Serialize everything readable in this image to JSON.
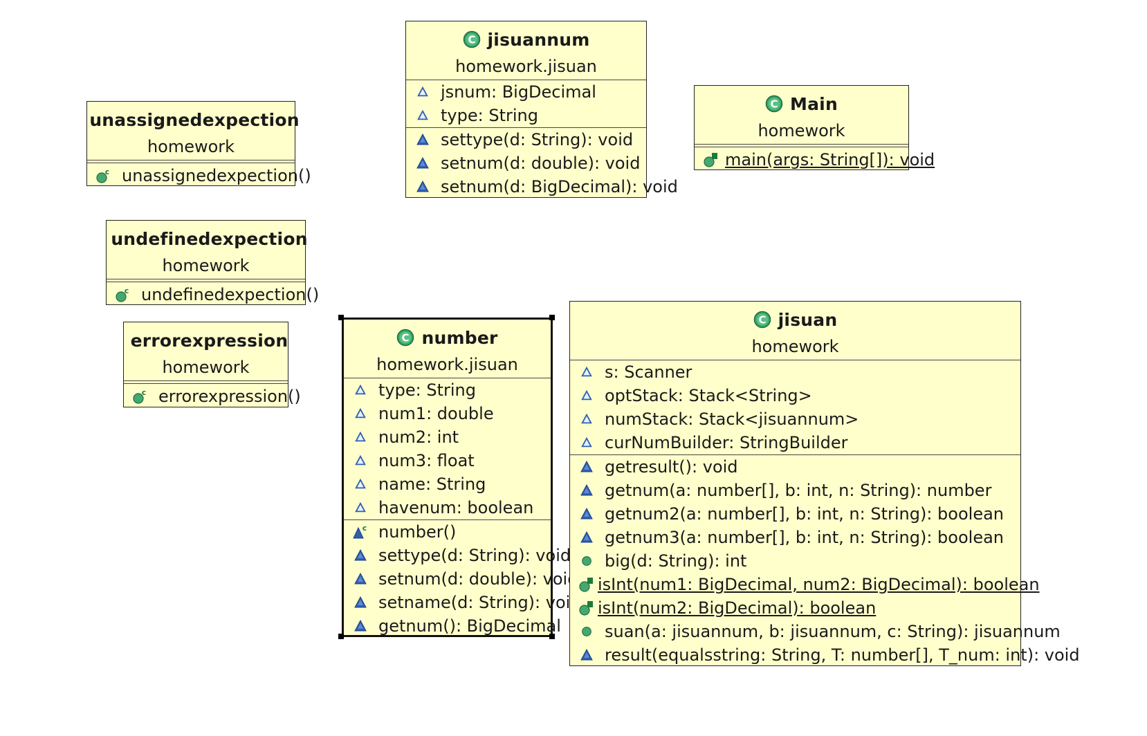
{
  "classes": {
    "unassignedexpection": {
      "name": "unassignedexpection",
      "package": "homework",
      "methods": [
        "unassignedexpection()"
      ]
    },
    "undefinedexpection": {
      "name": "undefinedexpection",
      "package": "homework",
      "methods": [
        "undefinedexpection()"
      ]
    },
    "errorexpression": {
      "name": "errorexpression",
      "package": "homework",
      "methods": [
        "errorexpression()"
      ]
    },
    "jisuannum": {
      "name": "jisuannum",
      "package": "homework.jisuan",
      "fields": [
        "jsnum: BigDecimal",
        "type: String"
      ],
      "methods": [
        "settype(d: String): void",
        "setnum(d: double): void",
        "setnum(d: BigDecimal): void"
      ]
    },
    "main": {
      "name": "Main",
      "package": "homework",
      "methods": [
        "main(args: String[]): void"
      ]
    },
    "number": {
      "name": "number",
      "package": "homework.jisuan",
      "fields": [
        "type: String",
        "num1: double",
        "num2: int",
        "num3: float",
        "name: String",
        "havenum: boolean"
      ],
      "methods": [
        "number()",
        "settype(d: String): void",
        "setnum(d: double): void",
        "setname(d: String): void",
        "getnum(): BigDecimal"
      ]
    },
    "jisuan": {
      "name": "jisuan",
      "package": "homework",
      "fields": [
        "s: Scanner",
        "optStack: Stack<String>",
        "numStack: Stack<jisuannum>",
        "curNumBuilder: StringBuilder"
      ],
      "methods": [
        "getresult(): void",
        "getnum(a: number[], b: int, n: String): number",
        "getnum2(a: number[], b: int, n: String): boolean",
        "getnum3(a: number[], b: int, n: String): boolean",
        "big(d: String): int",
        "isInt(num1: BigDecimal, num2: BigDecimal): boolean",
        "isInt(num2: BigDecimal): boolean",
        "suan(a: jisuannum, b: jisuannum, c: String): jisuannum",
        "result(equalsstring: String, T: number[], T_num: int): void"
      ]
    }
  },
  "icons": {
    "class": "class-icon",
    "field_package": "package-field-icon",
    "method_package": "package-method-icon",
    "constructor": "constructor-icon",
    "static_method": "static-method-icon",
    "private_method": "private-method-icon"
  },
  "colors": {
    "class_fill": "#ffffcc",
    "class_icon": "#2e8b57",
    "member_icon": "#2f5fb0"
  }
}
